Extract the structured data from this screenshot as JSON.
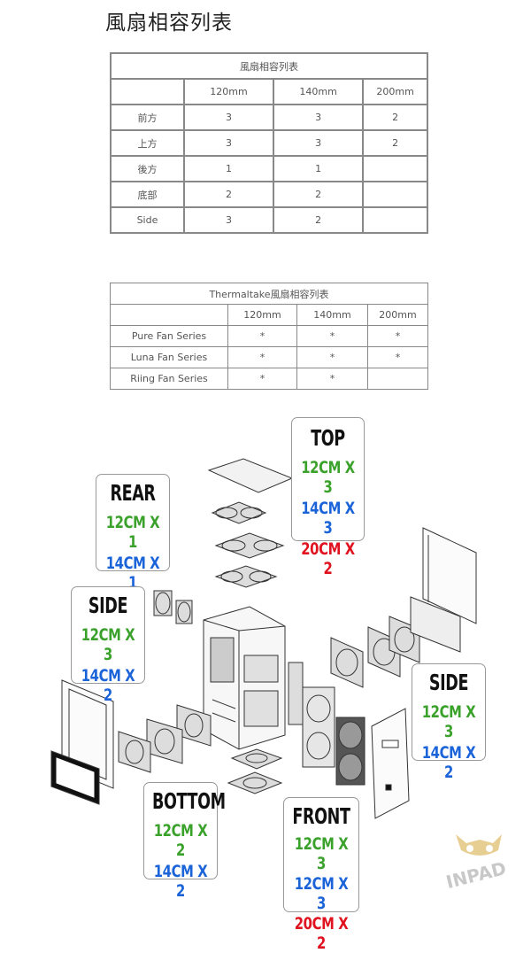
{
  "title": "風扇相容列表",
  "table1": {
    "caption": "風扇相容列表",
    "headers": [
      "",
      "120mm",
      "140mm",
      "200mm"
    ],
    "rows": [
      [
        "前方",
        "3",
        "3",
        "2"
      ],
      [
        "上方",
        "3",
        "3",
        "2"
      ],
      [
        "後方",
        "1",
        "1",
        ""
      ],
      [
        "底部",
        "2",
        "2",
        ""
      ],
      [
        "Side",
        "3",
        "2",
        ""
      ]
    ]
  },
  "table2": {
    "caption": "Thermaltake風扇相容列表",
    "headers": [
      "",
      "120mm",
      "140mm",
      "200mm"
    ],
    "rows": [
      [
        "Pure Fan Series",
        "*",
        "*",
        "*"
      ],
      [
        "Luna Fan Series",
        "*",
        "*",
        "*"
      ],
      [
        "Riing Fan Series",
        "*",
        "*",
        ""
      ]
    ]
  },
  "labels": {
    "top": {
      "title": "TOP",
      "lines": [
        "12CM X 3",
        "14CM X 3",
        "20CM X 2"
      ]
    },
    "rear": {
      "title": "REAR",
      "lines": [
        "12CM X 1",
        "14CM X 1"
      ]
    },
    "side_left": {
      "title": "SIDE",
      "lines": [
        "12CM X 3",
        "14CM X 2"
      ]
    },
    "side_right": {
      "title": "SIDE",
      "lines": [
        "12CM X 3",
        "14CM X 2"
      ]
    },
    "bottom": {
      "title": "BOTTOM",
      "lines": [
        "12CM X 2",
        "14CM X 2"
      ]
    },
    "front": {
      "title": "FRONT",
      "lines": [
        "12CM X 3",
        "12CM X 3",
        "20CM X 2"
      ]
    }
  },
  "colors": {
    "green": "#3aa12b",
    "blue": "#1a63d9",
    "red": "#e0121f",
    "watermark": "#e0c070"
  },
  "watermark": "INPAD"
}
